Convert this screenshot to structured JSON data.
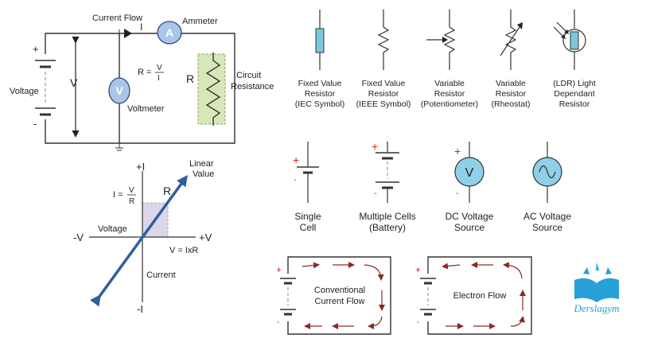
{
  "colors": {
    "meter_fill": "#a9c6e8",
    "meter_stroke": "#2e4e7a",
    "source_fill": "#8fd0e8",
    "resistance_box_fill": "#d6e8b8",
    "resistance_box_stroke": "#8aa06a",
    "plus": "#dd2222",
    "flow_arrow": "#8b2b24",
    "linear_arrow": "#2f5f9e",
    "iv_shade": "#dcd6ea",
    "logo": "#27a0d8"
  },
  "circuit": {
    "current_flow": "Current Flow",
    "current_symbol": "I",
    "ammeter_letter": "A",
    "ammeter_label": "Ammeter",
    "plus": "+",
    "minus": "-",
    "voltage_label": "Voltage",
    "v_symbol": "V",
    "voltmeter_letter": "V",
    "voltmeter_label": "Voltmeter",
    "formula_lhs": "R =",
    "formula_num": "V",
    "formula_den": "I",
    "r_letter": "R",
    "resistance_line1": "Circuit",
    "resistance_line2": "Resistance"
  },
  "iv_graph": {
    "plus_i": "+I",
    "minus_i": "-I",
    "plus_v": "+V",
    "minus_v": "-V",
    "i_eq_lhs": "I =",
    "i_eq_num": "V",
    "i_eq_den": "R",
    "r_letter": "R",
    "linear_line1": "Linear",
    "linear_line2": "Value",
    "voltage_label": "Voltage",
    "current_label": "Current",
    "v_eq": "V = IxR"
  },
  "resistors": [
    {
      "icon": "fixed-resistor-iec-icon",
      "lines": [
        "Fixed Value",
        "Resistor",
        "(IEC Symbol)"
      ]
    },
    {
      "icon": "fixed-resistor-ieee-icon",
      "lines": [
        "Fixed Value",
        "Resistor",
        "(IEEE Symbol)"
      ]
    },
    {
      "icon": "potentiometer-icon",
      "lines": [
        "Variable",
        "Resistor",
        "(Potentiometer)"
      ]
    },
    {
      "icon": "rheostat-icon",
      "lines": [
        "Variable",
        "Resistor",
        "(Rheostat)"
      ]
    },
    {
      "icon": "ldr-icon",
      "lines": [
        "(LDR) Light",
        "Dependant",
        "Resistor"
      ]
    }
  ],
  "sources": [
    {
      "icon": "single-cell-icon",
      "lines": [
        "Single",
        "Cell"
      ]
    },
    {
      "icon": "battery-icon",
      "lines": [
        "Multiple Cells",
        "(Battery)"
      ]
    },
    {
      "icon": "dc-voltage-source-icon",
      "lines": [
        "DC Voltage",
        "Source"
      ],
      "letter": "V"
    },
    {
      "icon": "ac-voltage-source-icon",
      "lines": [
        "AC Voltage",
        "Source"
      ]
    }
  ],
  "flows": [
    {
      "lines": [
        "Conventional",
        "Current Flow"
      ]
    },
    {
      "lines": [
        "Electron Flow"
      ]
    }
  ],
  "logo": {
    "text": "Derslagym"
  }
}
